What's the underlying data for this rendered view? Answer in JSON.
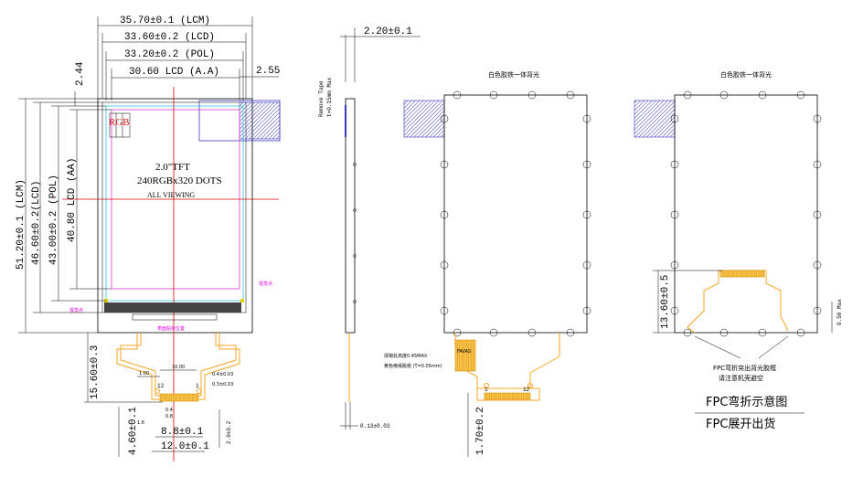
{
  "front": {
    "dims_top": [
      "35.70±0.1 (LCM)",
      "33.60±0.2 (LCD)",
      "33.20±0.2 (POL)",
      "30.60 LCD (A.A)"
    ],
    "dim_left_small": "2.44",
    "dim_right_small": "2.55",
    "dims_left": [
      "40.80 LCD (AA)",
      "43.00±0.2 (POL)",
      "46.60±0.2(LCD)",
      "51.20±0.1 (LCM)"
    ],
    "dim_bottom_left": "15.60±0.3",
    "rgb_label": "RGB",
    "lcd_lines": [
      "2.0\"TFT",
      "240RGBx320 DOTS",
      "ALL VIEWING"
    ],
    "marker_left": "视觉点",
    "marker_right": "视觉点",
    "bottom_marker": "表面贴标位置",
    "fpc_pins": [
      "12",
      "1"
    ],
    "fpc_small_dims": [
      "1.00",
      "10.00",
      "0.4±0.03",
      "0.3±0.03",
      "0.4",
      "0.8",
      "1.6"
    ],
    "fpc_dims": [
      "4.60±0.1",
      "8.8±0.1",
      "12.0±0.1",
      "2.0±0.2"
    ]
  },
  "side": {
    "thickness": "2.20±0.1",
    "tape_label": [
      "Remove Tape",
      "t=0.15mm Max"
    ],
    "bottom_dim": "0.13±0.03"
  },
  "back1": {
    "title": "白色胶铁一体背光",
    "notes": [
      "焊锡处高度0.45MAX",
      "黄色绝缘胶纸 (T=0.05mm)"
    ],
    "fpc_label": "FAVAS",
    "fpc_pins": [
      "1",
      "12"
    ],
    "fpc_dim": "1.70±0.2"
  },
  "back2": {
    "title": "白色胶铁一体背光",
    "fpc_dim": "13.60±0.5",
    "right_dim": "0.50 Max",
    "notes": [
      "FPC弯折突出背光胶框",
      "请注意机壳避空"
    ],
    "captions": [
      "FPC弯折示意图",
      "FPC展开出货"
    ]
  }
}
